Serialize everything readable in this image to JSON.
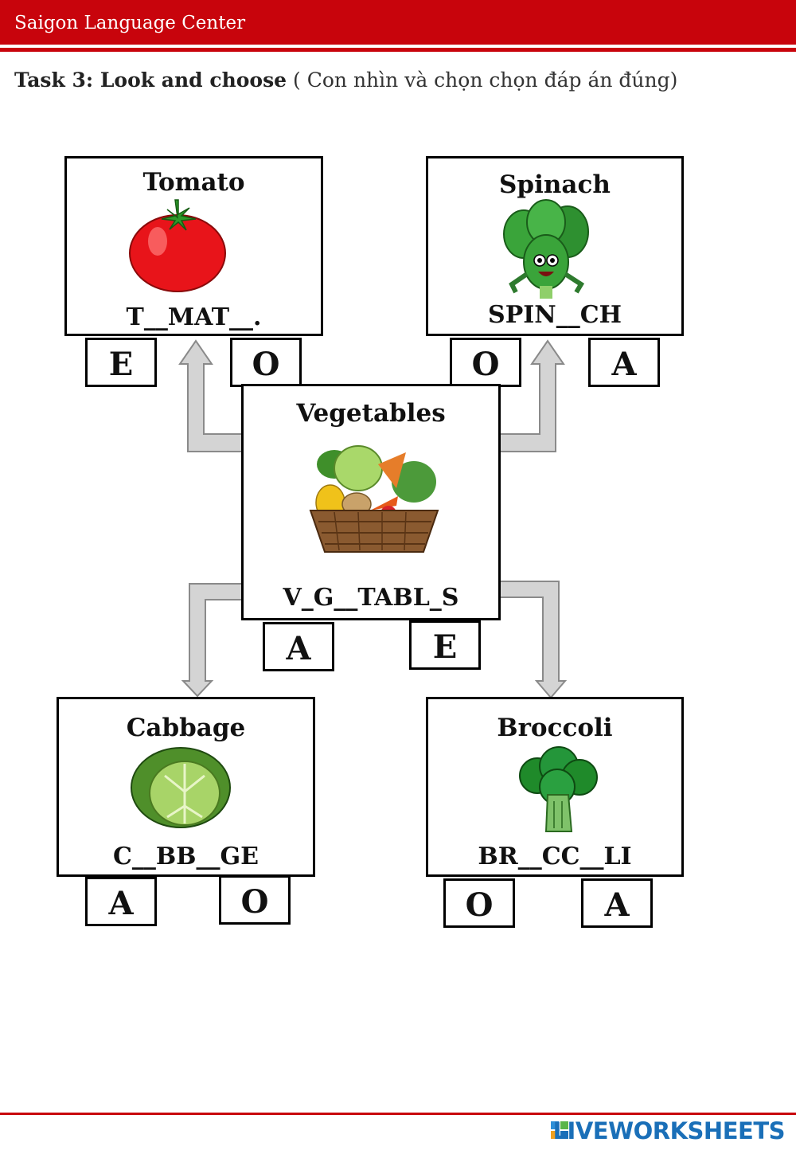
{
  "header": {
    "title": "Saigon Language Center"
  },
  "task": {
    "title": "Task 3: Look and choose",
    "instruction": "( Con nhìn và chọn chọn đáp án đúng)"
  },
  "cards": {
    "tomato": {
      "title": "Tomato",
      "word": "T__MAT__.",
      "options": [
        "E",
        "O"
      ]
    },
    "spinach": {
      "title": "Spinach",
      "word": "SPIN__CH",
      "options": [
        "O",
        "A"
      ]
    },
    "vegetables": {
      "title": "Vegetables",
      "word": "V_G__TABL_S",
      "options": [
        "A",
        "E"
      ]
    },
    "cabbage": {
      "title": "Cabbage",
      "word": "C__BB__GE",
      "options": [
        "A",
        "O"
      ]
    },
    "broccoli": {
      "title": "Broccoli",
      "word": "BR__CC__LI",
      "options": [
        "O",
        "A"
      ]
    }
  },
  "footer": {
    "brand": "LIVEWORKSHEETS"
  },
  "colors": {
    "brand_red": "#c8040c",
    "arrow_gray": "#d4d4d4"
  }
}
